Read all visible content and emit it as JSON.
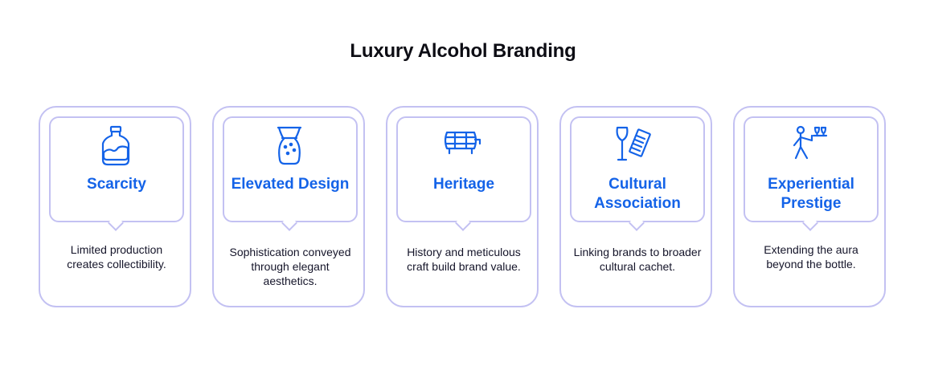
{
  "title": "Luxury Alcohol Branding",
  "colors": {
    "accent": "#1463e8",
    "border": "#c3c1f2",
    "text": "#15152a"
  },
  "cards": [
    {
      "icon": "liquor-bottle-icon",
      "label": "Scarcity",
      "description": "Limited production creates collectibility."
    },
    {
      "icon": "cocktail-glass-icon",
      "label": "Elevated Design",
      "description": "Sophistication conveyed through elegant aesthetics."
    },
    {
      "icon": "barrel-tap-icon",
      "label": "Heritage",
      "description": "History and meticulous craft build brand value."
    },
    {
      "icon": "wine-glass-menu-icon",
      "label": "Cultural Association",
      "description": "Linking brands to broader cultural cachet."
    },
    {
      "icon": "waiter-tray-icon",
      "label": "Experiential Prestige",
      "description": "Extending the aura beyond the bottle."
    }
  ]
}
